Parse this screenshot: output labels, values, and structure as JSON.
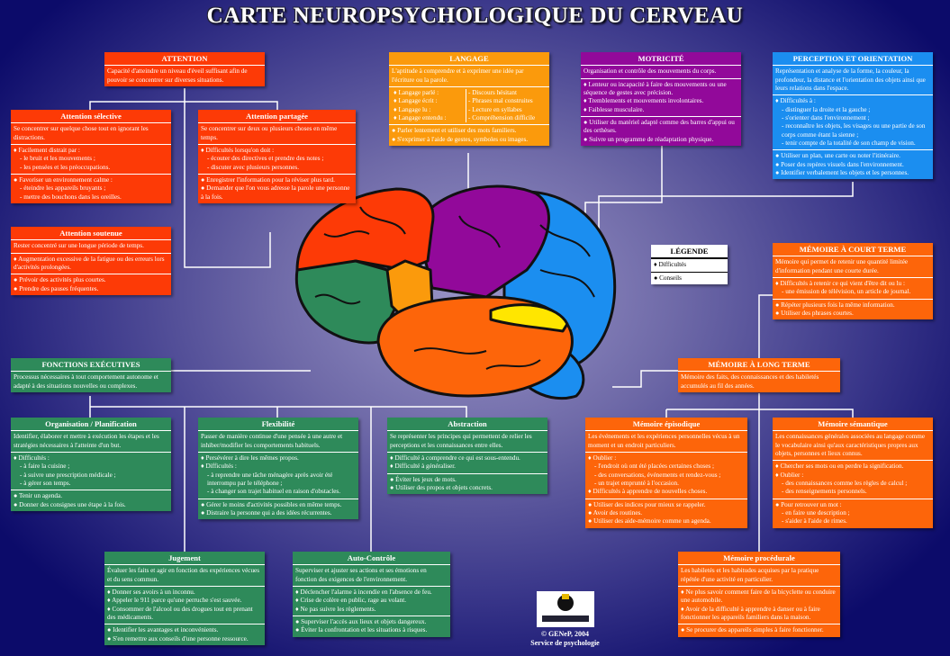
{
  "title": "CARTE NEUROPSYCHOLOGIQUE DU CERVEAU",
  "colors": {
    "attention": "#fd3a06",
    "executive": "#2e8a5a",
    "language": "#fb9a0c",
    "motor": "#92099a",
    "perception": "#1b8ef0",
    "memory": "#fd650a"
  },
  "boxes": {
    "attention": {
      "title": "ATTENTION",
      "desc": "Capacité d'atteindre un niveau d'éveil suffisant afin de pouvoir se concentrer sur diverses situations.",
      "sections": []
    },
    "selective": {
      "title": "Attention sélective",
      "desc": "Se concentrer sur quelque chose tout en ignorant les distractions.",
      "sections": [
        [
          "♦ Facilement distrait par :",
          "- le bruit et les mouvements ;",
          "- les pensées et les préoccupations."
        ],
        [
          "● Favoriser un environnement calme :",
          "- éteindre les appareils bruyants ;",
          "- mettre des bouchons dans les oreilles."
        ]
      ]
    },
    "partagee": {
      "title": "Attention partagée",
      "desc": "Se concentrer sur deux ou plusieurs choses en même temps.",
      "sections": [
        [
          "♦ Difficultés lorsqu'on doit :",
          "- écouter des directives et prendre des notes ;",
          "- discuter avec plusieurs personnes."
        ],
        [
          "● Enregistrer l'information pour la réviser plus tard.",
          "● Demander que l'on vous adresse la parole une personne à la fois."
        ]
      ]
    },
    "soutenue": {
      "title": "Attention soutenue",
      "desc": "Rester concentré sur une longue période de temps.",
      "sections": [
        [
          "♦ Augmentation excessive de la fatigue ou des erreurs lors d'activités prolongées."
        ],
        [
          "● Prévoir des activités plus courtes.",
          "● Prendre des pauses fréquentes."
        ]
      ]
    },
    "langage": {
      "title": "LANGAGE",
      "desc": "L'aptitude à comprendre et à exprimer une idée par l'écriture ou la parole.",
      "table": [
        [
          "♦ Langage parlé :",
          "- Discours hésitant"
        ],
        [
          "♦ Langage écrit :",
          "- Phrases mal construites"
        ],
        [
          "♦ Langage lu :",
          "- Lecture en syllabes"
        ],
        [
          "♦ Langage entendu :",
          "- Compréhension difficile"
        ]
      ],
      "sections": [
        [
          "● Parler lentement et utiliser des mots familiers.",
          "● S'exprimer à l'aide de gestes, symboles ou images."
        ]
      ]
    },
    "motricite": {
      "title": "MOTRICITÉ",
      "desc": "Organisation et contrôle des mouvements du corps.",
      "sections": [
        [
          "♦ Lenteur ou incapacité à faire des mouvements ou une séquence de gestes avec précision.",
          "♦ Tremblements et mouvements involontaires.",
          "♦ Faiblesse musculaire."
        ],
        [
          "● Utiliser du matériel adapté comme des barres d'appui ou des orthèses.",
          "● Suivre un programme de réadaptation physique."
        ]
      ]
    },
    "perception": {
      "title": "PERCEPTION ET ORIENTATION",
      "desc": "Représentation et analyse de la forme, la couleur, la profondeur, la distance et l'orientation des objets ainsi que leurs relations dans l'espace.",
      "sections": [
        [
          "♦ Difficultés à :",
          "- distinguer la droite et la gauche ;",
          "- s'orienter dans l'environnement ;",
          "- reconnaître les objets, les visages ou une partie de son corps comme étant la sienne ;",
          "- tenir compte de la totalité de son champ de vision."
        ],
        [
          "● Utiliser un plan, une carte ou noter l'itinéraire.",
          "● Poser des repères visuels dans l'environnement.",
          "● Identifier verbalement les objets et les personnes."
        ]
      ]
    },
    "legende": {
      "title": "LÉGENDE",
      "desc": "",
      "sections": [
        [
          "♦ Difficultés"
        ],
        [
          "● Conseils"
        ]
      ]
    },
    "court": {
      "title": "MÉMOIRE À COURT TERME",
      "desc": "Mémoire qui permet de retenir une quantité limitée d'information pendant une courte durée.",
      "sections": [
        [
          "♦ Difficultés à retenir ce qui vient d'être dit ou lu :",
          "- une émission de télévision, un article de journal."
        ],
        [
          "● Répéter plusieurs fois la même information.",
          "● Utiliser des phrases courtes."
        ]
      ]
    },
    "long": {
      "title": "MÉMOIRE À LONG TERME",
      "desc": "Mémoire des faits, des connaissances et des habiletés accumulés au fil des années.",
      "sections": []
    },
    "executive": {
      "title": "FONCTIONS EXÉCUTIVES",
      "desc": "Processus nécessaires à tout comportement autonome et adapté à des situations nouvelles ou complexes.",
      "sections": []
    },
    "organisation": {
      "title": "Organisation / Planification",
      "desc": "Identifier, élaborer et mettre à exécution les étapes et les stratégies nécessaires à l'atteinte d'un but.",
      "sections": [
        [
          "♦ Difficultés :",
          "- à faire la cuisine ;",
          "- à suivre une prescription médicale ;",
          "- à gérer son temps."
        ],
        [
          "● Tenir un agenda.",
          "● Donner des consignes une étape à la fois."
        ]
      ]
    },
    "flexibilite": {
      "title": "Flexibilité",
      "desc": "Passer de manière continue d'une pensée à une autre et inhiber/modifier les comportements habituels.",
      "sections": [
        [
          "♦ Persévérer à dire les mêmes propos.",
          "♦ Difficultés :",
          "- à reprendre une tâche ménagère après avoir été interrompu par le téléphone ;",
          "- à changer son trajet habituel en raison d'obstacles."
        ],
        [
          "● Gérer le moins d'activités possibles en même temps.",
          "● Distraire la personne qui a des idées récurrentes."
        ]
      ]
    },
    "abstraction": {
      "title": "Abstraction",
      "desc": "Se représenter les principes qui permettent de relier les perceptions et les connaissances entre elles.",
      "sections": [
        [
          "♦ Difficulté à comprendre ce qui est sous-entendu.",
          "♦ Difficulté à généraliser."
        ],
        [
          "● Éviter les jeux de mots.",
          "● Utiliser des propos et objets concrets."
        ]
      ]
    },
    "episodique": {
      "title": "Mémoire épisodique",
      "desc": "Les événements et les expériences personnelles vécus à un moment et un endroit particuliers.",
      "sections": [
        [
          "♦ Oublier :",
          "- l'endroit où ont été placées certaines choses ;",
          "- des conversations, événements et rendez-vous ;",
          "- un trajet emprunté à l'occasion.",
          "♦ Difficultés à apprendre de nouvelles choses."
        ],
        [
          "● Utiliser des indices pour mieux se rappeler.",
          "● Avoir des routines.",
          "● Utiliser des aide-mémoire comme un agenda."
        ]
      ]
    },
    "semantique": {
      "title": "Mémoire sémantique",
      "desc": "Les connaissances générales associées au langage comme le vocabulaire ainsi qu'aux caractéristiques propres aux objets, personnes et lieux connus.",
      "sections": [
        [
          "♦ Chercher ses mots ou en perdre la signification.",
          "♦ Oublier :",
          "- des connaissances comme les règles de calcul ;",
          "- des renseignements personnels."
        ],
        [
          "● Pour retrouver un mot :",
          "- en faire une description ;",
          "- s'aider à l'aide de rimes."
        ]
      ]
    },
    "jugement": {
      "title": "Jugement",
      "desc": "Évaluer les faits et agir en fonction des expériences vécues et du sens commun.",
      "sections": [
        [
          "♦ Donner ses avoirs à un inconnu.",
          "♦ Appeler le 911 parce qu'une perruche s'est sauvée.",
          "♦ Consommer de l'alcool ou des drogues tout en prenant des médicaments."
        ],
        [
          "● Identifier les avantages et inconvénients.",
          "● S'en remettre aux conseils d'une personne ressource."
        ]
      ]
    },
    "autocontrole": {
      "title": "Auto-Contrôle",
      "desc": "Superviser et ajuster ses actions et ses émotions en fonction des exigences de l'environnement.",
      "sections": [
        [
          "♦ Déclencher l'alarme à incendie en l'absence de feu.",
          "♦ Crise de colère en public, rage au volant.",
          "♦ Ne pas suivre les règlements."
        ],
        [
          "● Superviser l'accès aux lieux et objets dangereux.",
          "● Éviter la confrontation et les situations à risques."
        ]
      ]
    },
    "procedurale": {
      "title": "Mémoire procédurale",
      "desc": "Les habiletés et les habitudes acquises par la pratique répétée d'une activité en particulier.",
      "sections": [
        [
          "♦ Ne plus savoir comment faire de la bicyclette ou conduire une automobile.",
          "♦ Avoir de la difficulté à apprendre à danser ou à faire fonctionner les appareils familiers dans la maison."
        ],
        [
          "● Se procurer des appareils simples à faire fonctionner."
        ]
      ]
    }
  },
  "footer": {
    "copyright": "© GENeP, 2004",
    "service": "Service de psychologie"
  }
}
